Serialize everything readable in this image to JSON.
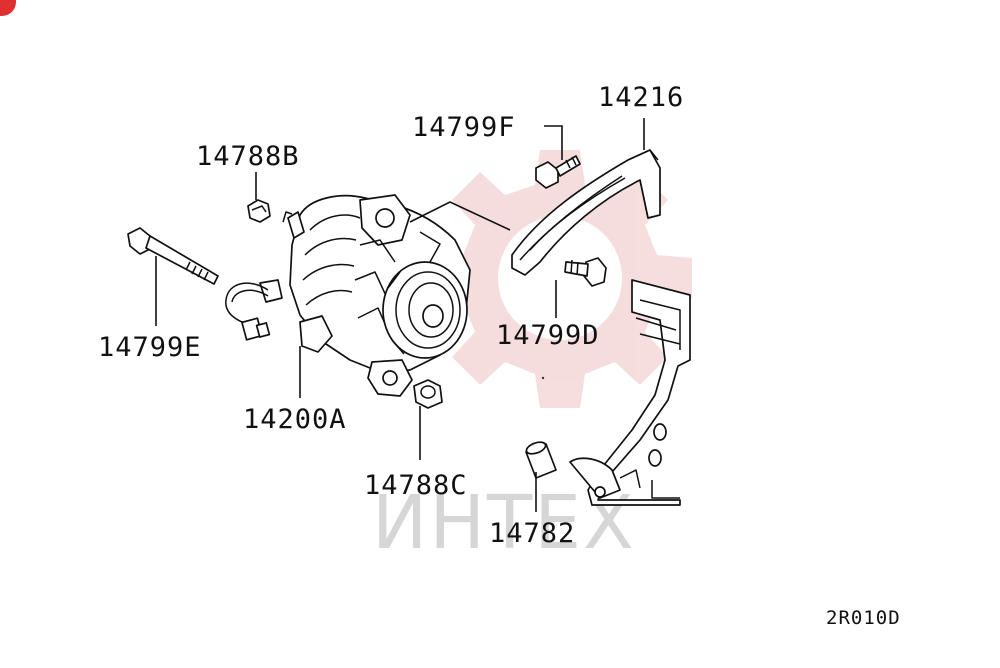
{
  "diagram": {
    "part_labels": {
      "p14216": "14216",
      "p14799f": "14799F",
      "p14788b": "14788B",
      "p14799e": "14799E",
      "p14799d": "14799D",
      "p14200a": "14200A",
      "p14788c": "14788C",
      "p14782": "14782"
    },
    "diagram_code": "2R010D",
    "watermark": {
      "text": "ИНТЕХ",
      "color": "#e8a0a0",
      "text_color": "#d6d6d6"
    },
    "corner_badge": {
      "color": "#e03030"
    }
  }
}
